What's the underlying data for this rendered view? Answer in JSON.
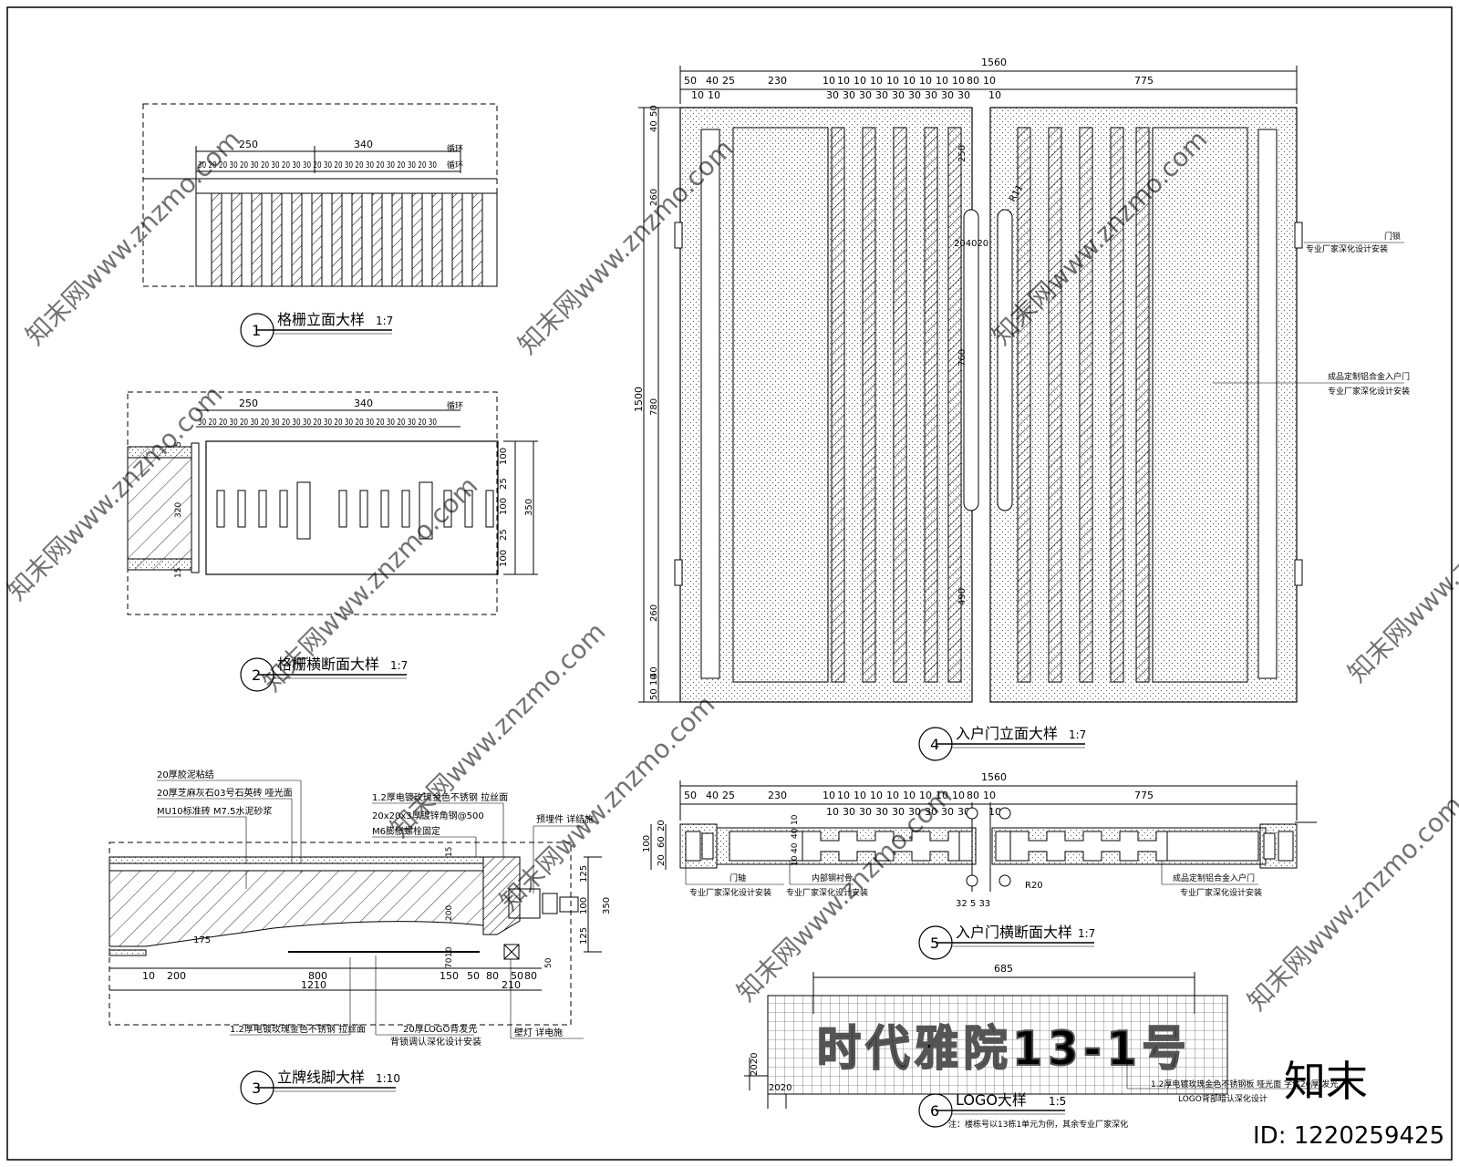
{
  "watermark": "知末网www.znzmo.com",
  "brand": "知末",
  "image_id": "ID: 1220259425",
  "details": [
    {
      "num": "1",
      "title": "格栅立面大样",
      "scale": "1:7"
    },
    {
      "num": "2",
      "title": "格栅横断面大样",
      "scale": "1:7"
    },
    {
      "num": "3",
      "title": "立牌线脚大样",
      "scale": "1:10"
    },
    {
      "num": "4",
      "title": "入户门立面大样",
      "scale": "1:7"
    },
    {
      "num": "5",
      "title": "入户门横断面大样",
      "scale": "1:7"
    },
    {
      "num": "6",
      "title": "LOGO大样",
      "scale": "1:5"
    }
  ],
  "d1": {
    "dim_a": "250",
    "dim_b": "340",
    "pattern": "30 20 20 30 20 30 20 30 20 30 30 20 30 20 30 20 30 20 30 20 30 20 30",
    "cycle1": "循环",
    "cycle2": "循环"
  },
  "d2": {
    "dim_a": "250",
    "dim_b": "340",
    "cycle": "循环",
    "left_dims": [
      "5",
      "320",
      "15"
    ],
    "right_dims": [
      "100",
      "25",
      "100",
      "25",
      "100"
    ],
    "total": "350"
  },
  "d3": {
    "labels": [
      "20厚胶泥粘结",
      "20厚芝麻灰石03号石英砖 哑光面",
      "MU10标准砖 M7.5水泥砂浆",
      "1.2厚电镀玫瑰金色不锈钢 拉丝面",
      "20x20x3厚镀锌角钢@500",
      "M6膨胀螺栓固定",
      "预埋件 详结施",
      "1.2厚电镀玫瑰金色不锈钢 拉丝面",
      "20厚LOGO背发光",
      "背锁调认深化设计安装",
      "壁灯 详电施"
    ],
    "bottom_dims": [
      "10",
      "200",
      "800",
      "150",
      "50",
      "80",
      "50",
      "80"
    ],
    "total_a": "1210",
    "total_b": "210",
    "d175": "175",
    "right_dims": [
      "125",
      "100",
      "125"
    ],
    "total_h": "350",
    "misc": [
      "15",
      "200",
      "10",
      "70",
      "50"
    ]
  },
  "d4": {
    "overall": "1560",
    "top_dims": [
      "50",
      "40",
      "25",
      "230",
      "10",
      "10",
      "10",
      "10",
      "10",
      "10",
      "10",
      "10",
      "10",
      "80",
      "10",
      "775"
    ],
    "sub_dims": [
      "10",
      "10",
      "30",
      "30",
      "30",
      "30",
      "30",
      "30",
      "30",
      "30",
      "30",
      "10"
    ],
    "left_dims": [
      "40",
      "50",
      "260",
      "780",
      "260",
      "50",
      "10",
      "40"
    ],
    "total_h": "1500",
    "handle_dims": [
      "250",
      "204020",
      "760",
      "490"
    ],
    "radius": "R11",
    "note1_a": "门锁",
    "note1_b": "专业厂家深化设计安装",
    "note2_a": "成品定制铝合金入户门",
    "note2_b": "专业厂家深化设计安装"
  },
  "d5": {
    "overall": "1560",
    "top_dims": [
      "50",
      "40",
      "25",
      "230",
      "10",
      "10",
      "10",
      "10",
      "10",
      "10",
      "10",
      "10",
      "10",
      "80",
      "10",
      "775"
    ],
    "sub_dims": [
      "10",
      "30",
      "30",
      "30",
      "30",
      "30",
      "30",
      "30",
      "30",
      "10"
    ],
    "left_dims": [
      "100",
      "20",
      "60",
      "20"
    ],
    "mid_dims": [
      "10",
      "40",
      "40",
      "10"
    ],
    "radius": "R20",
    "dim_325": "32 5 33",
    "note_a": "门轴",
    "note_a2": "专业厂家深化设计安装",
    "note_b": "内部钢衬骨",
    "note_b2": "专业厂家深化设计安装",
    "note_c": "成品定制铝合金入户门",
    "note_c2": "专业厂家深化设计安装"
  },
  "d6": {
    "width": "685",
    "grid_h": "2020",
    "grid_w": "2020",
    "logo": "时代雅院13-1号",
    "note1": "1.2厚电镀玫瑰金色不锈钢板 哑光面 字体20厚 发光",
    "note2": "LOGO背部暗认深化设计",
    "footnote": "注：楼栋号以13栋1单元为例，其余专业厂家深化"
  }
}
